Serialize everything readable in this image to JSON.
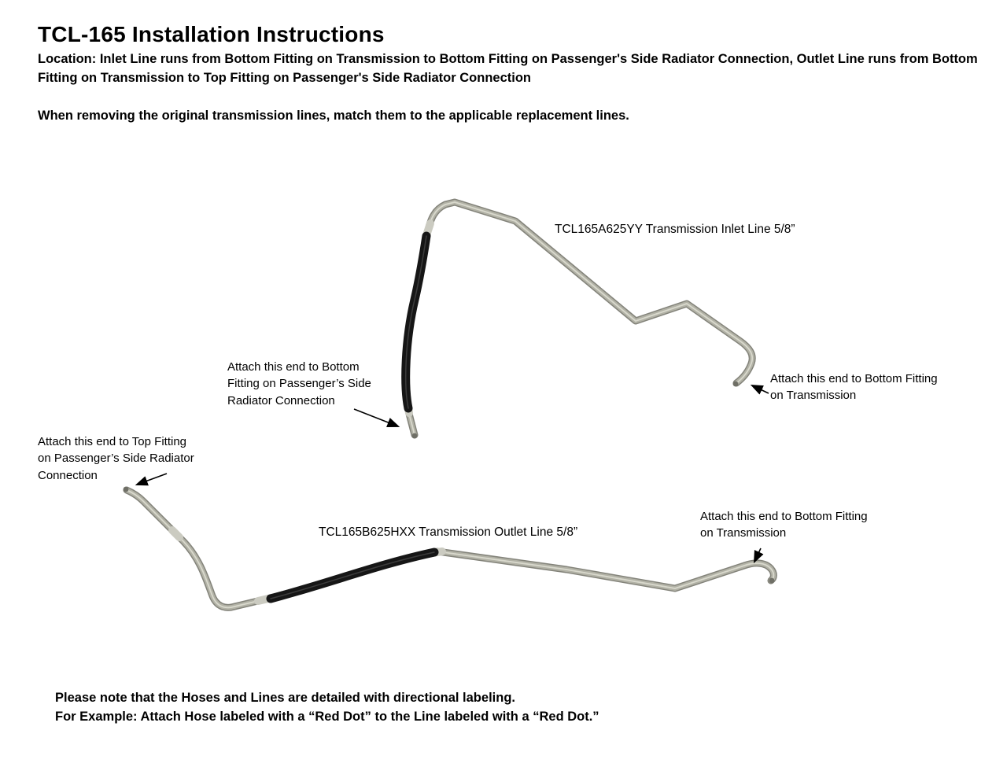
{
  "page": {
    "title": "TCL-165 Installation Instructions",
    "location_text": "Location: Inlet Line runs from Bottom Fitting on Transmission to Bottom Fitting on Passenger's Side Radiator Connection, Outlet Line runs from Bottom Fitting on Transmission to Top Fitting on Passenger's Side Radiator Connection",
    "intro_text": "When removing the original transmission lines, match them to the applicable replacement lines.",
    "footer_note": "Please note that the Hoses and Lines are detailed with directional labeling.\nFor Example: Attach Hose labeled with a “Red Dot” to the Line labeled with a “Red Dot.”"
  },
  "diagram": {
    "inlet_line_label": "TCL165A625YY Transmission Inlet Line 5/8”",
    "outlet_line_label": "TCL165B625HXX Transmission Outlet Line 5/8”",
    "annotations": {
      "inlet_radiator_end": "Attach this end to Bottom\nFitting on Passenger’s Side\nRadiator Connection",
      "inlet_transmission_end": "Attach this end to Bottom Fitting\non Transmission",
      "outlet_radiator_end": "Attach this end to Top Fitting\non Passenger’s Side Radiator\nConnection",
      "outlet_transmission_end": "Attach this end to Bottom Fitting\non Transmission"
    },
    "colors": {
      "tube_outline": "#83837a",
      "tube_body": "#b2b2a6",
      "tube_highlight": "#ddddd2",
      "hose_black": "#161616",
      "collar": "#cbcbc1",
      "arrow": "#000000"
    }
  }
}
